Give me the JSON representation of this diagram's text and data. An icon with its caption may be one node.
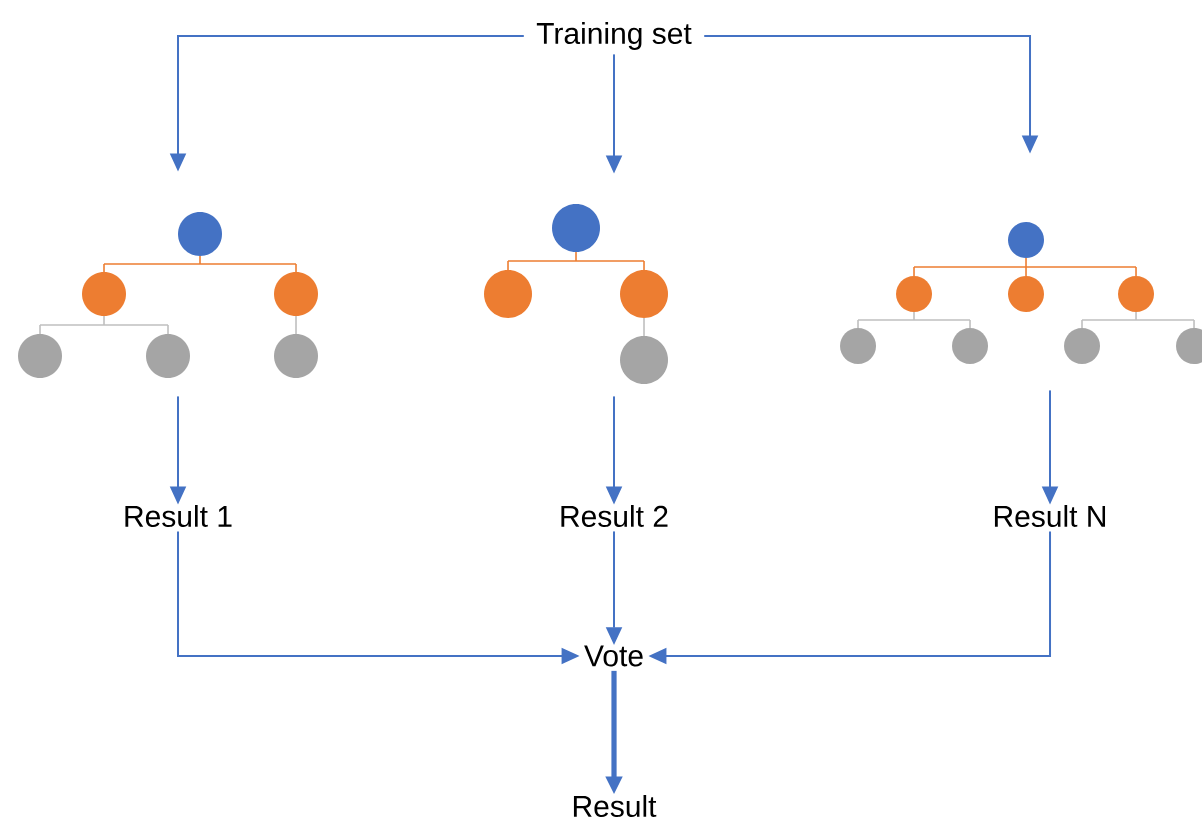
{
  "diagram": {
    "nodes": [
      {
        "text": [
          "Training set"
        ]
      },
      {
        "text": [],
        "shape": "tree"
      },
      {
        "text": [],
        "shape": "tree"
      },
      {
        "text": [],
        "shape": "tree"
      },
      {
        "text": [
          "Result 1"
        ]
      },
      {
        "text": [
          "Result 2"
        ]
      },
      {
        "text": [
          "Result N"
        ]
      },
      {
        "text": [
          "Vote"
        ]
      },
      {
        "text": [
          "Result"
        ]
      }
    ],
    "edges": [
      {
        "from": 0,
        "to": 1,
        "arrow": "to"
      },
      {
        "from": 0,
        "to": 2,
        "arrow": "to"
      },
      {
        "from": 0,
        "to": 3,
        "arrow": "to"
      },
      {
        "from": 1,
        "to": 4,
        "arrow": "to"
      },
      {
        "from": 2,
        "to": 5,
        "arrow": "to"
      },
      {
        "from": 3,
        "to": 6,
        "arrow": "to"
      },
      {
        "from": 4,
        "to": 7,
        "arrow": "to"
      },
      {
        "from": 5,
        "to": 7,
        "arrow": "to"
      },
      {
        "from": 6,
        "to": 7,
        "arrow": "to"
      },
      {
        "from": 7,
        "to": 8,
        "arrow": "to",
        "style": "thick"
      }
    ]
  }
}
